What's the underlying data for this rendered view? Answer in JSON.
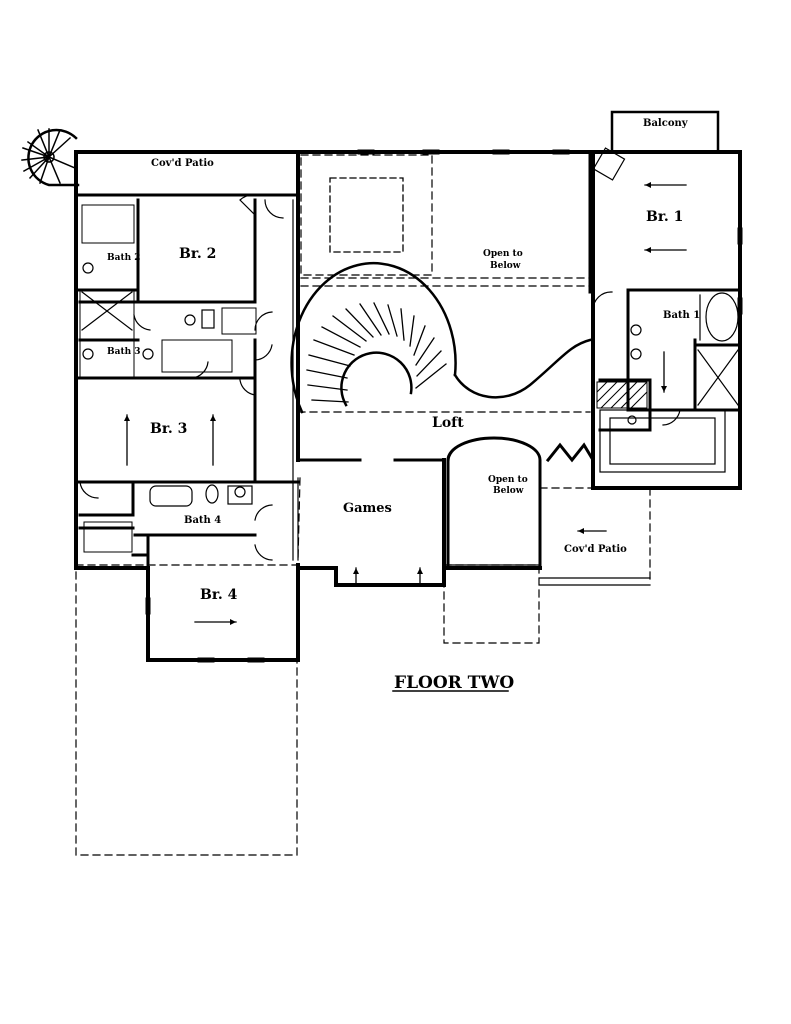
{
  "plan": {
    "title": "FLOOR TWO",
    "rooms": {
      "balcony": "Balcony",
      "covd_patio_top": "Cov'd Patio",
      "br1": "Br. 1",
      "br2": "Br. 2",
      "br3": "Br. 3",
      "br4": "Br. 4",
      "bath1": "Bath 1",
      "bath2": "Bath 2",
      "bath3": "Bath 3",
      "bath4": "Bath 4",
      "loft": "Loft",
      "games": "Games",
      "open_below_1": [
        "Open to",
        "Below"
      ],
      "open_below_2": [
        "Open to",
        "Below"
      ],
      "covd_patio_right": "Cov'd Patio"
    }
  }
}
